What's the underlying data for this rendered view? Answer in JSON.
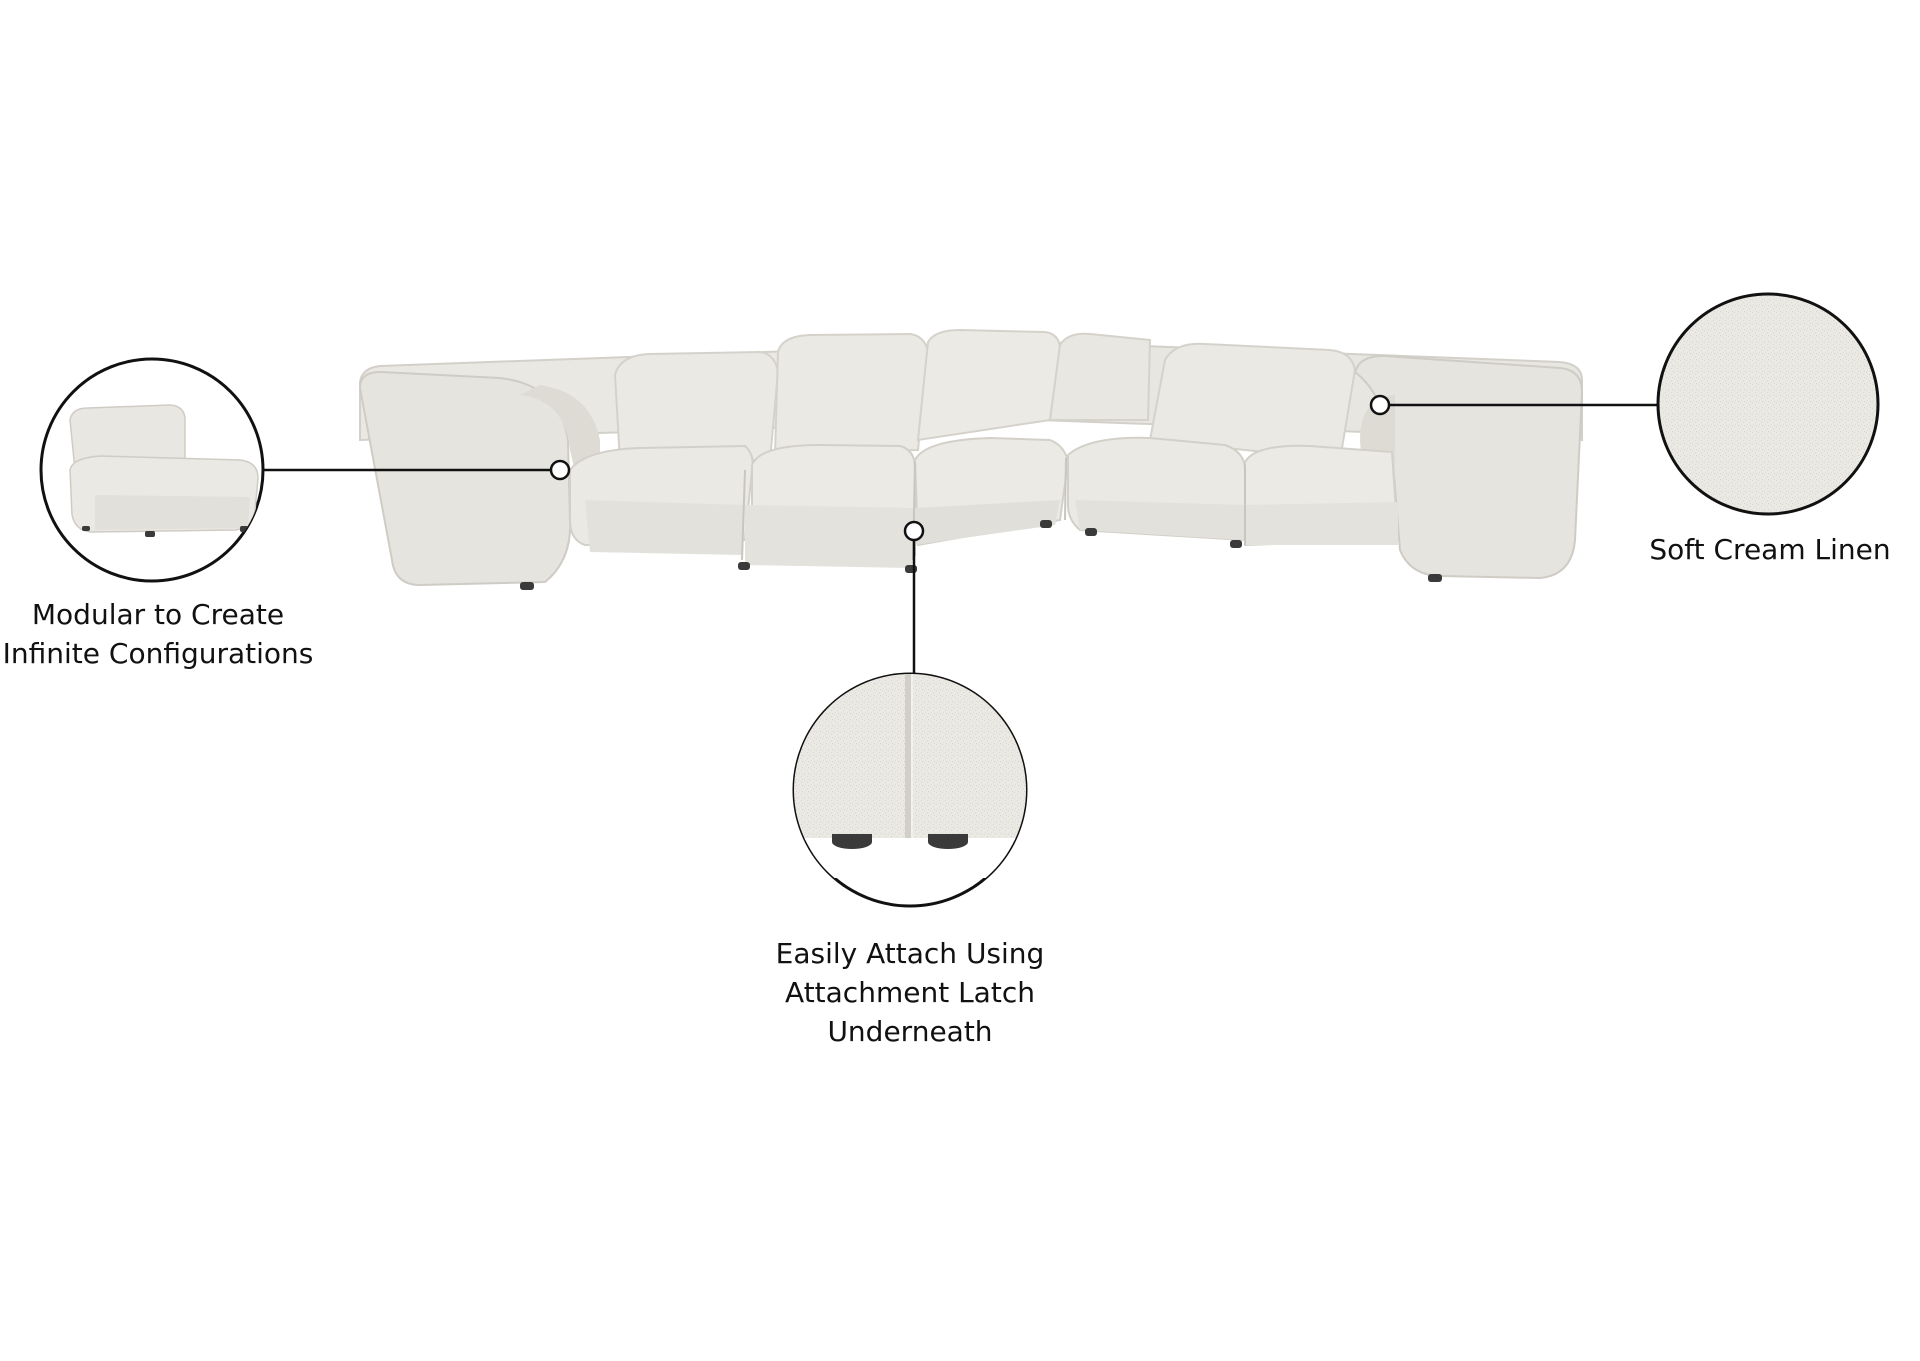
{
  "callouts": {
    "modular": {
      "line1": "Modular to Create",
      "line2": "Infinite Configurations"
    },
    "attach": {
      "line1": "Easily Attach Using",
      "line2": "Attachment Latch",
      "line3": "Underneath"
    },
    "linen": {
      "line1": "Soft Cream Linen"
    }
  },
  "colors": {
    "background": "#ffffff",
    "fabric": "#eae8e3",
    "fabric_shadow": "#d7d4cd",
    "leg": "#3a3a3a",
    "callout_line": "#111111"
  }
}
